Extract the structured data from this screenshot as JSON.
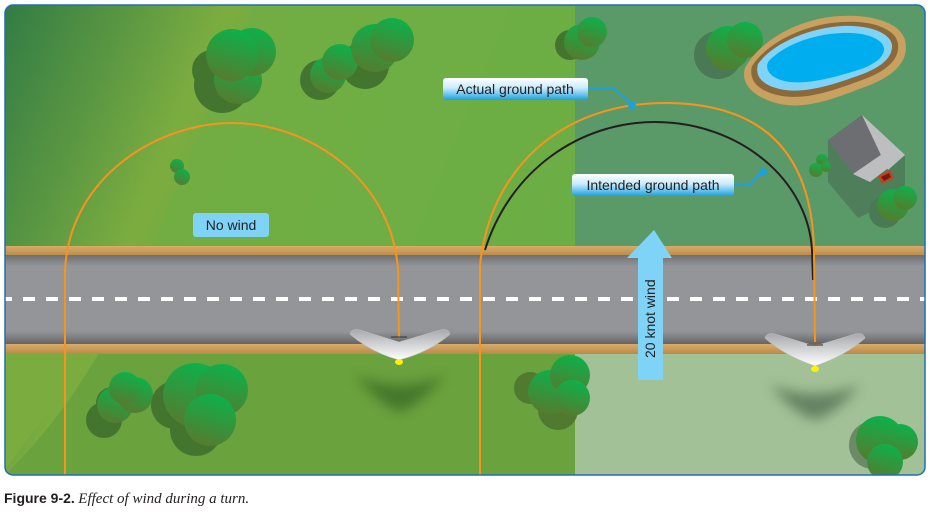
{
  "figure": {
    "caption_number": "Figure 9-2.",
    "caption_text": "Effect of wind during a turn."
  },
  "labels": {
    "no_wind": "No wind",
    "actual_ground_path": "Actual ground path",
    "intended_ground_path": "Intended ground path",
    "wind_arrow": "20 knot wind"
  },
  "wind": {
    "speed_knots": 20,
    "direction": "up"
  },
  "colors": {
    "path_orange": "#f7941d",
    "path_black": "#231f20",
    "callout_blue": "#1ba1e2",
    "label_light_blue": "#7fd3f7",
    "road_gray": "#939598",
    "road_shoulder": "#c8a060",
    "field_green": "#7aac40",
    "field_dark": "#5a9a68",
    "field_pale": "#a3c197",
    "pond_blue": "#00aeef",
    "frame_blue": "#1e6fb5"
  },
  "icons": {
    "glider_left": "hang-glider-icon",
    "glider_right": "hang-glider-icon",
    "house": "house-icon",
    "pond": "pond-icon",
    "trees": "tree-icon"
  }
}
